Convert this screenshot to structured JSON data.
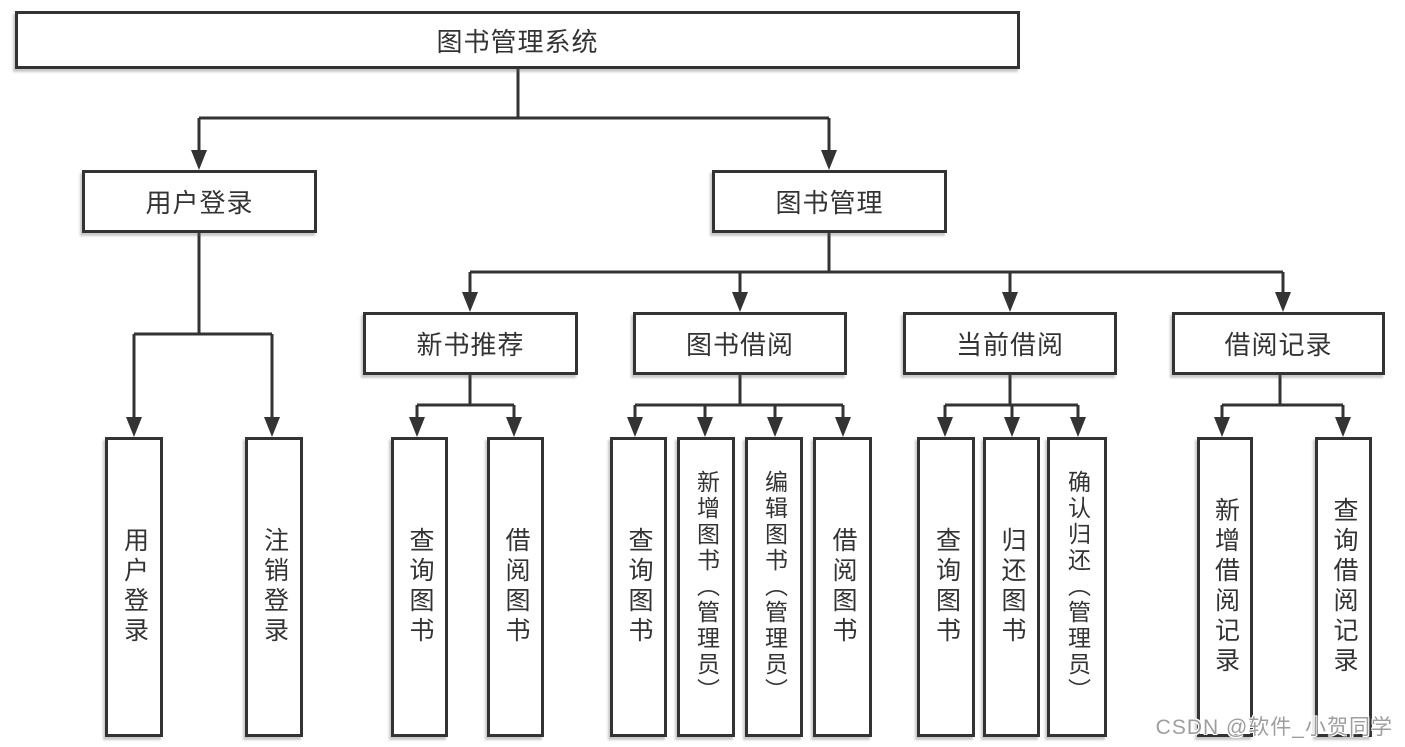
{
  "nodes": {
    "root": {
      "label": "图书管理系统"
    },
    "user_login": {
      "label": "用户登录"
    },
    "book_management": {
      "label": "图书管理"
    },
    "new_book_recommend": {
      "label": "新书推荐"
    },
    "book_borrow": {
      "label": "图书借阅"
    },
    "current_borrow": {
      "label": "当前借阅"
    },
    "borrow_records": {
      "label": "借阅记录"
    },
    "leaf_user_login": {
      "label": "用户登录"
    },
    "leaf_logout": {
      "label": "注销登录"
    },
    "leaf_recommend_query_books": {
      "label": "查询图书"
    },
    "leaf_recommend_borrow_books": {
      "label": "借阅图书"
    },
    "leaf_borrow_query_books": {
      "label": "查询图书"
    },
    "leaf_borrow_add_books": {
      "label": "新增图书（管理员）"
    },
    "leaf_borrow_edit_books": {
      "label": "编辑图书（管理员）"
    },
    "leaf_borrow_borrow_books": {
      "label": "借阅图书"
    },
    "leaf_current_query_books": {
      "label": "查询图书"
    },
    "leaf_current_return_books": {
      "label": "归还图书"
    },
    "leaf_current_confirm_return": {
      "label": "确认归还（管理员）"
    },
    "leaf_records_add_record": {
      "label": "新增借阅记录"
    },
    "leaf_records_query_record": {
      "label": "查询借阅记录"
    }
  },
  "watermark": {
    "text": "CSDN @软件_小贺同学"
  },
  "colors": {
    "line": "#333333",
    "box_border": "#333333",
    "box_background": "#ffffff",
    "text": "#333333",
    "watermark_text": "#9e9e9e"
  }
}
